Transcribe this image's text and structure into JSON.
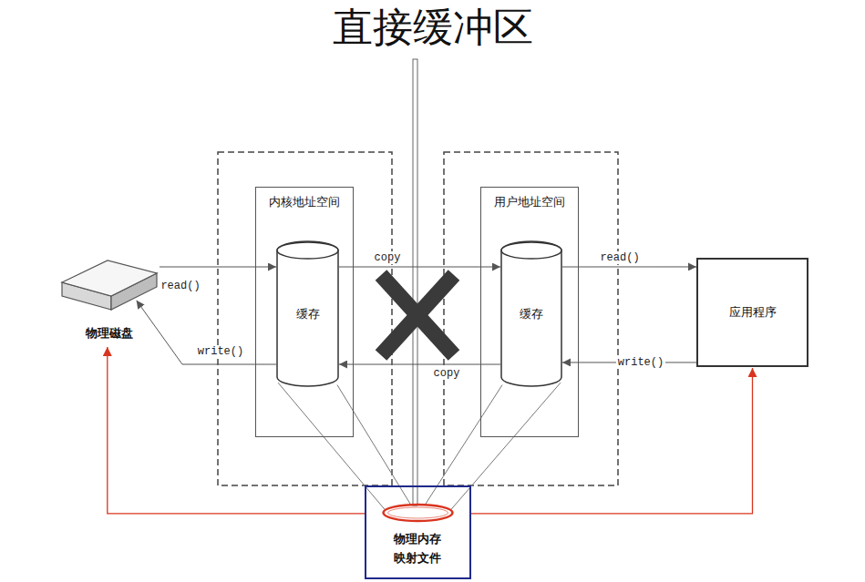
{
  "diagram": {
    "title": "直接缓冲区",
    "nodes": [
      {
        "text": [
          "物理磁盘"
        ]
      },
      {
        "text": [
          "内核地址空间"
        ]
      },
      {
        "text": [
          "缓存"
        ],
        "in": 1
      },
      {
        "text": [
          "用户地址空间"
        ]
      },
      {
        "text": [
          "缓存"
        ],
        "in": 3
      },
      {
        "text": [
          "应用程序"
        ]
      },
      {
        "text": [
          "物理内存 映射文件"
        ]
      }
    ],
    "edges": [
      {
        "from": 0,
        "to": 2,
        "label": "read()",
        "arrow": "to"
      },
      {
        "from": 2,
        "to": 0,
        "label": "write()",
        "arrow": "to"
      },
      {
        "from": 2,
        "to": 4,
        "label": "copy",
        "arrow": "to"
      },
      {
        "from": 4,
        "to": 2,
        "label": "copy",
        "arrow": "to"
      },
      {
        "from": 4,
        "to": 5,
        "label": "read()",
        "arrow": "to"
      },
      {
        "from": 5,
        "to": 4,
        "label": "write()",
        "arrow": "to"
      },
      {
        "from": 6,
        "to": 0,
        "arrow": "to"
      },
      {
        "from": 6,
        "to": 5,
        "arrow": "to"
      },
      {
        "from": 2,
        "to": 6,
        "arrow": "none"
      },
      {
        "from": 4,
        "to": 6,
        "arrow": "none"
      }
    ]
  }
}
